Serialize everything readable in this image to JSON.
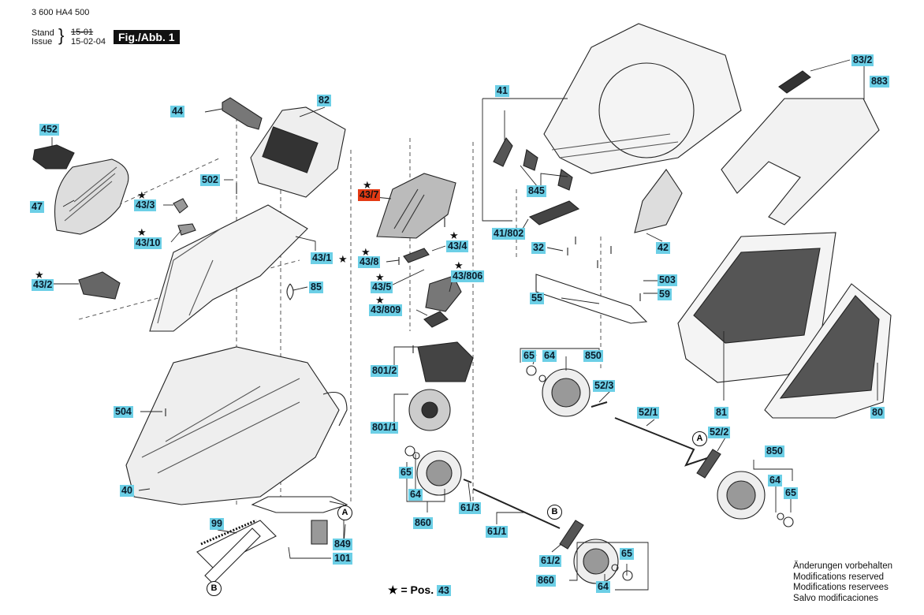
{
  "header": {
    "doc_number": "3 600 HA4 500",
    "stand": "Stand",
    "issue": "Issue",
    "old_date": "15-01",
    "date": "15-02-04",
    "figure": "Fig./Abb. 1"
  },
  "labels": {
    "l44": "44",
    "l82": "82",
    "l452": "452",
    "l47": "47",
    "l502": "502",
    "l43_3": "43/3",
    "l43_10": "43/10",
    "l43_1": "43/1",
    "l85": "85",
    "l43_2": "43/2",
    "l504": "504",
    "l40": "40",
    "l99": "99",
    "l849": "849",
    "l101": "101",
    "l43_7": "43/7",
    "l43_4": "43/4",
    "l43_8": "43/8",
    "l43_5": "43/5",
    "l43_806": "43/806",
    "l43_809": "43/809",
    "l801_2": "801/2",
    "l801_1": "801/1",
    "l41": "41",
    "l845": "845",
    "l41_802": "41/802",
    "l32": "32",
    "l42": "42",
    "l503": "503",
    "l59": "59",
    "l55": "55",
    "l83_2": "83/2",
    "l883": "883",
    "l65a": "65",
    "l64a": "64",
    "l850a": "850",
    "l52_3": "52/3",
    "l52_1": "52/1",
    "l52_2": "52/2",
    "l850b": "850",
    "l64b": "64",
    "l65b": "65",
    "l81": "81",
    "l80": "80",
    "l65c": "65",
    "l64c": "64",
    "l860a": "860",
    "l61_3": "61/3",
    "l61_1": "61/1",
    "l61_2": "61/2",
    "l65d": "65",
    "l860b": "860",
    "l64d": "64"
  },
  "callouts": {
    "a1": "A",
    "b1": "B",
    "a2": "A",
    "b2": "B"
  },
  "legend": {
    "star": "★",
    "text": "= Pos.",
    "ref": "43"
  },
  "notes": [
    "Änderungen vorbehalten",
    "Modifications reserved",
    "Modifications reservees",
    "Salvo modificaciones"
  ]
}
